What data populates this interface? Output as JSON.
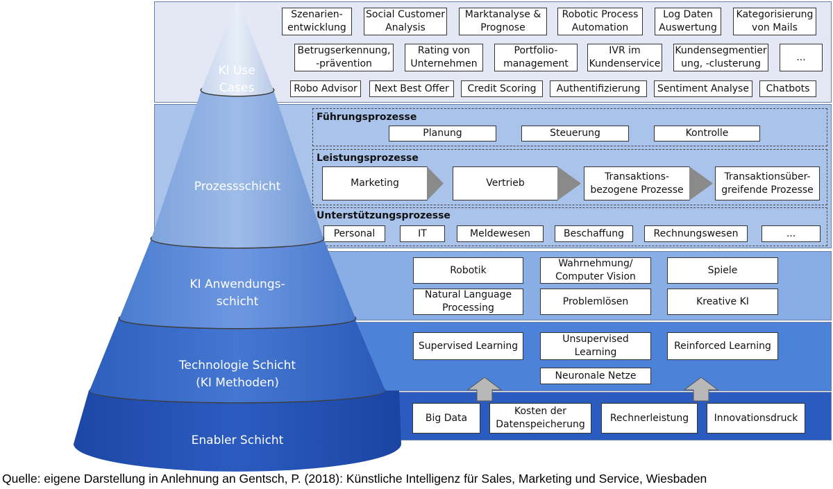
{
  "use_cases": {
    "rows": [
      [
        "Szenarien-\nentwicklung",
        "Social Customer\nAnalysis",
        "Marktanalyse &\nPrognose",
        "Robotic Process\nAutomation",
        "Log Daten\nAuswertung",
        "Kategorisierung\nvon Mails"
      ],
      [
        "Betrugserkennung,\n-prävention",
        "Rating von\nUnternehmen",
        "Portfolio-\nmanagement",
        "IVR im\nKundenservice",
        "Kundensegmentier\nung, -clusterung",
        "..."
      ],
      [
        "Robo Advisor",
        "Next Best Offer",
        "Credit Scoring",
        "Authentifizierung",
        "Sentiment Analyse",
        "Chatbots"
      ]
    ]
  },
  "process": {
    "fuehrung": {
      "title": "Führungsprozesse",
      "items": [
        "Planung",
        "Steuerung",
        "Kontrolle"
      ]
    },
    "leistung": {
      "title": "Leistungsprozesse",
      "items": [
        "Marketing",
        "Vertrieb",
        "Transaktions-\nbezogene Prozesse",
        "Transaktionsüber-\ngreifende Prozesse"
      ]
    },
    "unterstuetzung": {
      "title": "Unterstützungsprozesse",
      "items": [
        "Personal",
        "IT",
        "Meldewesen",
        "Beschaffung",
        "Rechnungswesen",
        "..."
      ]
    }
  },
  "anwendung": {
    "items": [
      "Robotik",
      "Wahrnehmung/\nComputer Vision",
      "Spiele",
      "Natural Language\nProcessing",
      "Problemlösen",
      "Kreative KI"
    ]
  },
  "technologie": {
    "items": [
      "Supervised Learning",
      "Unsupervised\nLearning",
      "Reinforced Learning",
      "Neuronale Netze"
    ]
  },
  "enabler": {
    "items": [
      "Big Data",
      "Kosten der\nDatenspeicherung",
      "Rechnerleistung",
      "Innovationsdruck"
    ]
  },
  "cone": {
    "labels": [
      "KI Use\nCases",
      "Prozessschicht",
      "KI Anwendungs-\nschicht",
      "Technologie Schicht\n(KI Methoden)",
      "Enabler Schicht"
    ]
  },
  "caption": "Quelle: eigene Darstellung in Anlehnung an Gentsch, P. (2018): Künstliche Intelligenz für Sales, Marketing und Service, Wiesbaden",
  "colors": {
    "band_use_cases": "#e4e8f4",
    "band_process": "#a9c3ea",
    "band_anwendung": "#89aee6",
    "band_technologie": "#4c82d8",
    "band_enabler": "#2a5cbf"
  }
}
